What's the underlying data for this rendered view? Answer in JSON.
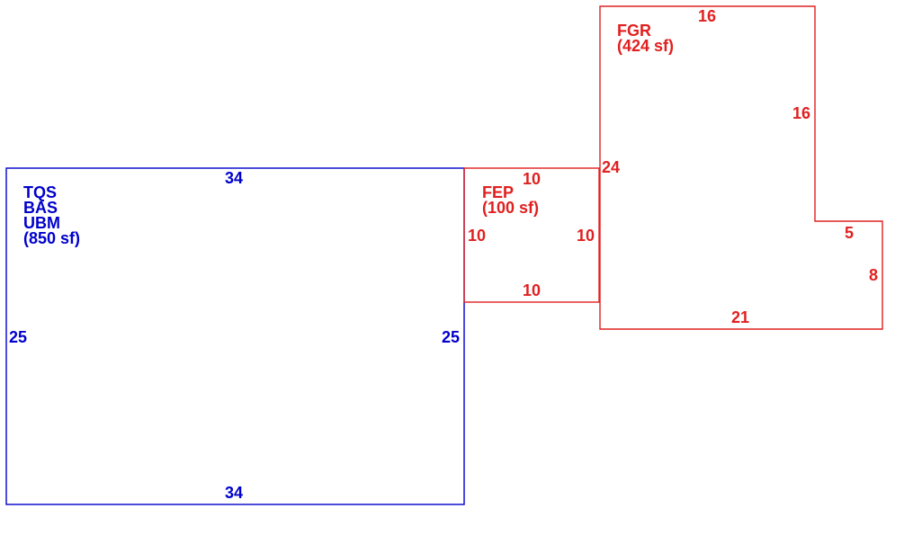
{
  "colors": {
    "living": "#0000cc",
    "accessory": "#e02020"
  },
  "areas": {
    "main": {
      "codes": [
        "TQS",
        "BAS",
        "UBM"
      ],
      "area": "(850 sf)",
      "dims": {
        "top": "34",
        "bottom": "34",
        "left": "25",
        "right": "25"
      }
    },
    "porch": {
      "code": "FEP",
      "area": "(100 sf)",
      "dims": {
        "top": "10",
        "bottom": "10",
        "left": "10",
        "right": "10"
      }
    },
    "garage": {
      "code": "FGR",
      "area": "(424 sf)",
      "dims": {
        "top": "16",
        "right_upper": "16",
        "step": "5",
        "right_lower": "8",
        "bottom": "21",
        "left": "24"
      }
    }
  }
}
